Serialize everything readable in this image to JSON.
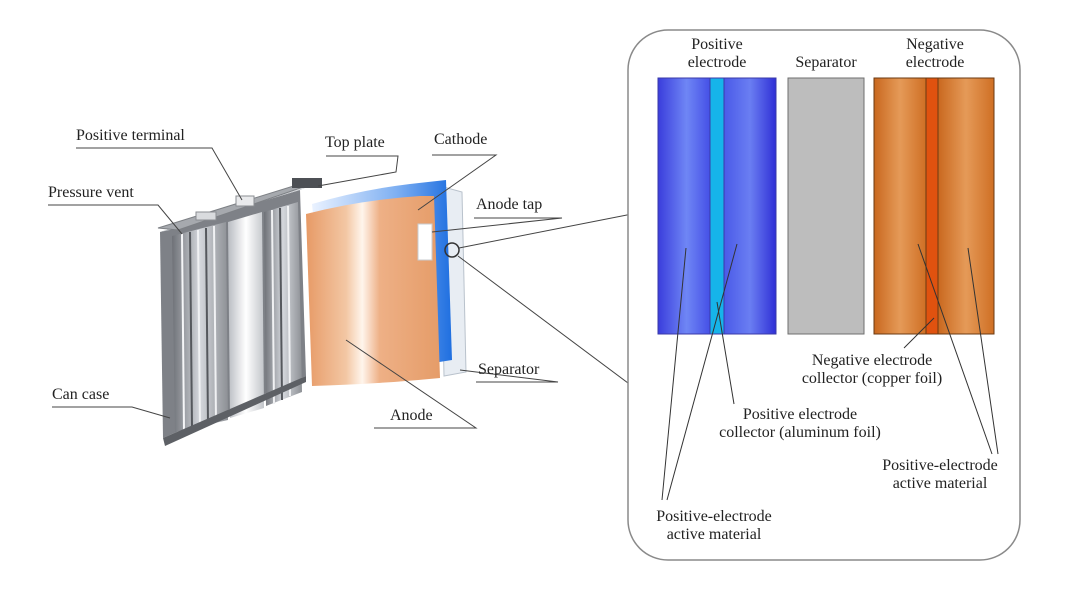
{
  "battery_labels": {
    "positive_terminal": "Positive terminal",
    "top_plate": "Top plate",
    "cathode": "Cathode",
    "pressure_vent": "Pressure vent",
    "anode_tap": "Anode tap",
    "separator": "Separator",
    "can_case": "Can case",
    "anode": "Anode"
  },
  "detail_panel": {
    "columns": {
      "positive_electrode": [
        "Positive",
        "electrode"
      ],
      "separator": "Separator",
      "negative_electrode": [
        "Negative",
        "electrode"
      ]
    },
    "callouts": {
      "negative_collector": [
        "Negative electrode",
        "collector (copper foil)"
      ],
      "positive_collector": [
        "Positive electrode",
        "collector (aluminum foil)"
      ],
      "positive_active_right": [
        "Positive-electrode",
        "active material"
      ],
      "positive_active_left": [
        "Positive-electrode",
        "active material"
      ]
    }
  },
  "colors": {
    "positive_blue": "#4a56e6",
    "collector_cyan": "#16b4ea",
    "separator_gray": "#bdbdbd",
    "negative_orange": "#d9792e",
    "copper_foil": "#e0520f",
    "anode_sheet": "#e8a06c",
    "can_gray": "#8a8d92"
  }
}
